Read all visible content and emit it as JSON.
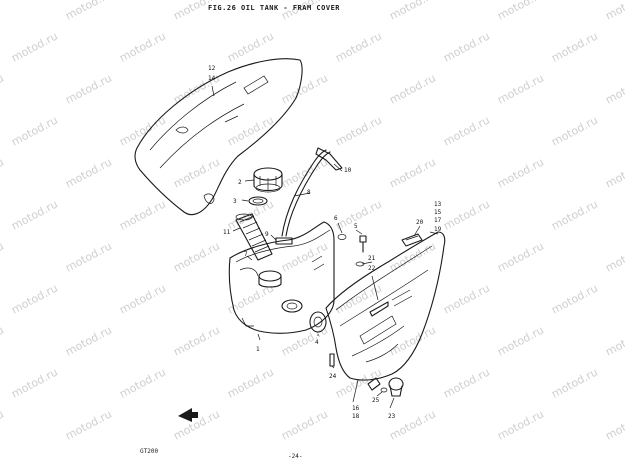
{
  "figure": {
    "title": "FIG.26  OIL TANK - FRAM COVER",
    "model": "GT200",
    "page_number": "-24-",
    "watermark": "motod.ru"
  },
  "callouts": [
    "12",
    "14",
    "2",
    "3",
    "11",
    "7",
    "9",
    "8",
    "10",
    "6",
    "5",
    "20",
    "13",
    "15",
    "17",
    "19",
    "21",
    "22",
    "4",
    "24",
    "1",
    "25",
    "23",
    "16",
    "18"
  ],
  "colors": {
    "ink": "#1a1a1a",
    "watermark": "#cfcfcf",
    "background": "#ffffff"
  }
}
